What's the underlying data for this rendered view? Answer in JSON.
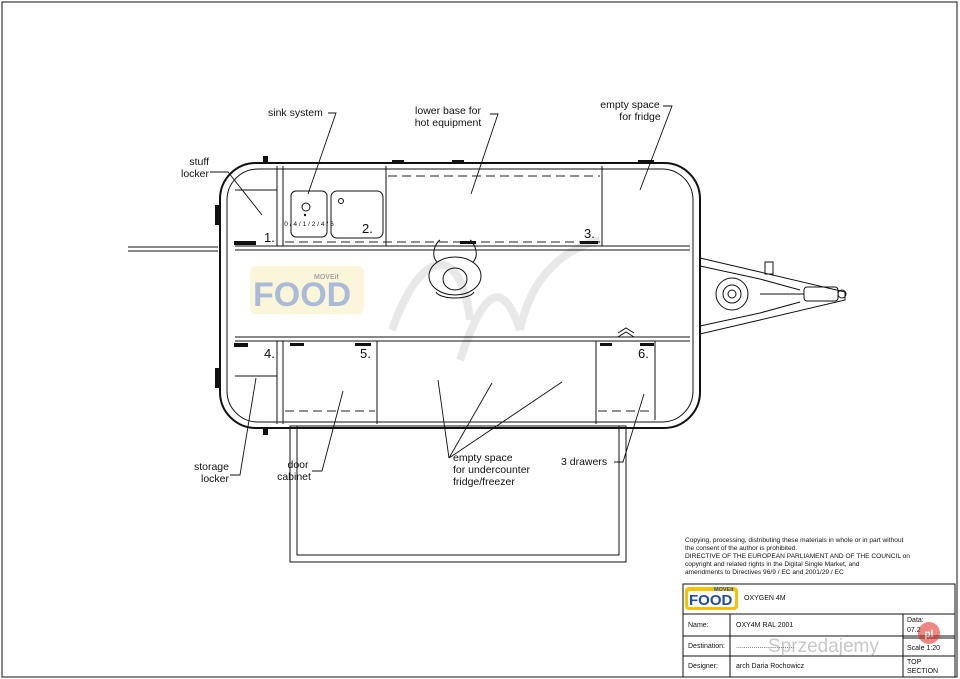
{
  "labels": {
    "stuff_locker": [
      "stuff",
      "locker"
    ],
    "sink_system": "sink system",
    "lower_base": [
      "lower base for",
      "hot equipment"
    ],
    "empty_fridge": [
      "empty space",
      "for fridge"
    ],
    "storage_locker": [
      "storage",
      "locker"
    ],
    "door_cabinet": [
      "door",
      "cabinet"
    ],
    "undercounter": [
      "empty space",
      "for undercounter",
      "fridge/freezer"
    ],
    "drawers": "3 drawers"
  },
  "compartments": [
    "1.",
    "2.",
    "3.",
    "4.",
    "5.",
    "6."
  ],
  "watermark": {
    "brand": "FOOD",
    "tag": "MOVEit"
  },
  "copyright": [
    "Copying, processing, distributing these materials in whole or in part without",
    "the consent of the author is prohibited.",
    "DIRECTIVE OF THE EUROPEAN PARLIAMENT AND OF THE COUNCIL on",
    "copyright and related rights in the Digital Single Market, and",
    "amendments to Directives 96/9 / EC and 2001/29 / EC"
  ],
  "title_block": {
    "logo": "FOOD",
    "logo_tag": "MOVEit",
    "project": "OXYGEN 4M",
    "name_label": "Name:",
    "name_value": "OXY4M RAL 2001",
    "destination_label": "Destination:",
    "destination_value": "..............................",
    "designer_label": "Designer:",
    "designer_value": "arch Daria Rochowicz",
    "date_label": "Data:",
    "date_value": "07.2",
    "scale_value": "Scale 1:20",
    "section_value": [
      "TOP",
      "SECTION"
    ]
  },
  "site_watermark": {
    "text": "Sprzedajemy",
    "badge": "pl"
  },
  "colors": {
    "logo_yellow": "#f5c400",
    "logo_blue": "#1f4e9a",
    "badge_red": "#e1251b"
  }
}
